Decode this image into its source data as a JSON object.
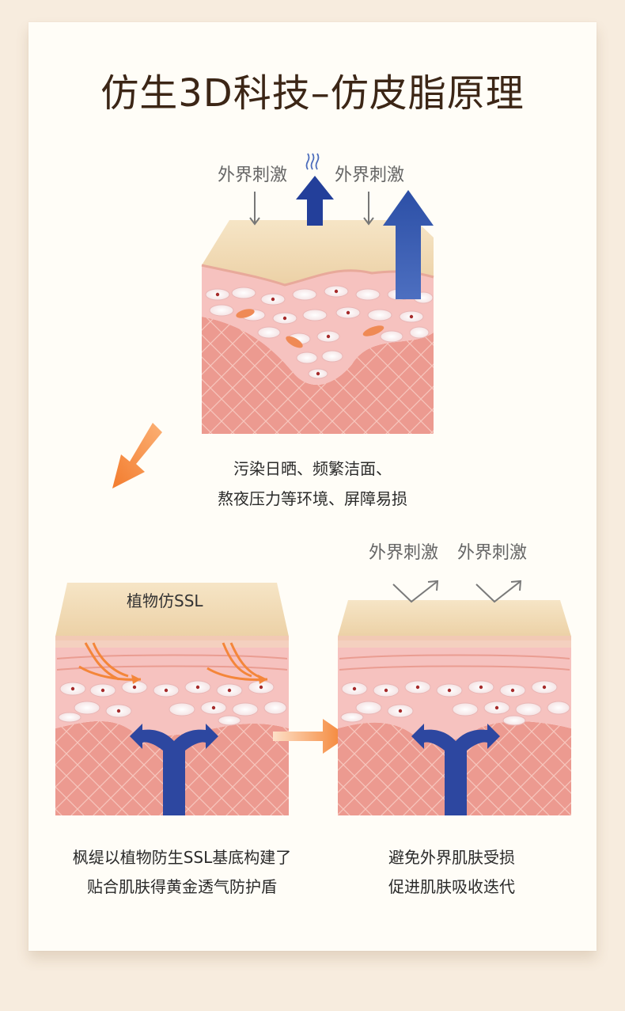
{
  "title": "仿生3D科技–仿皮脂原理",
  "top_diagram": {
    "stimulus_left": "外界刺激",
    "stimulus_right": "外界刺激",
    "caption_line1": "污染日晒、频繁洁面、",
    "caption_line2": "熬夜压力等环境、屏障易损"
  },
  "bottom_left_diagram": {
    "layer_label": "植物仿SSL",
    "caption_line1": "枫缇以植物防生SSL基底构建了",
    "caption_line2": "贴合肌肤得黄金透气防护盾"
  },
  "bottom_right_diagram": {
    "stimulus_left": "外界刺激",
    "stimulus_right": "外界刺激",
    "caption_line1": "避免外界肌肤受损",
    "caption_line2": "促进肌肤吸收迭代"
  },
  "colors": {
    "background": "#f7ecde",
    "card": "#fffdf7",
    "title": "#3c2616",
    "dermis": "#ec9a90",
    "epidermis": "#f6c2bf",
    "stratum_corneum": "#f4dcb8",
    "moisture_arrow": "#233f9a",
    "flow_arrow": "#f58a3a"
  }
}
